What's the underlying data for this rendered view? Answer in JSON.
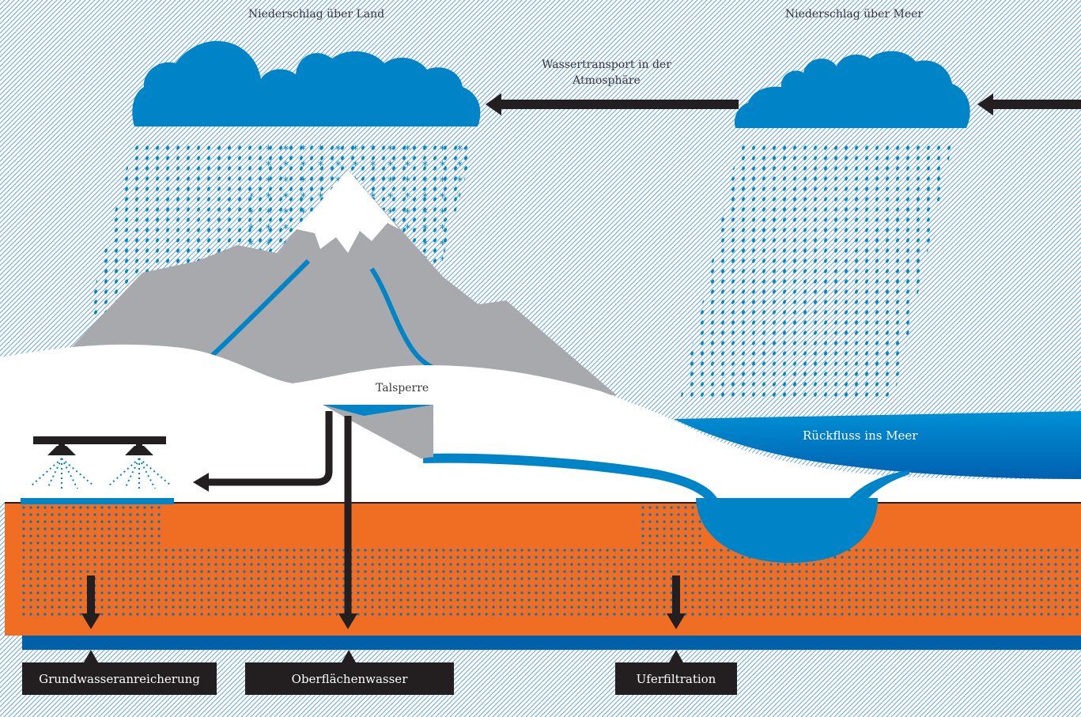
{
  "labels": {
    "precip_land": "Niederschlag über Land",
    "precip_sea": "Niederschlag über Meer",
    "transport": "Wassertransport in der Atmosphäre",
    "dam": "Talsperre",
    "return_flow": "Rückfluss ins Meer",
    "groundwater_recharge": "Grundwasseranreicherung",
    "surface_water": "Oberflächenwasser",
    "bank_filtration": "Uferfiltration"
  },
  "colors": {
    "water_blue": "#0084c8",
    "dark_blue": "#0061a8",
    "soil_orange": "#f06e24",
    "mountain_grey": "#a7a9ac",
    "arrow_black": "#231f20",
    "hatch_blue": "#7cb3d8"
  }
}
